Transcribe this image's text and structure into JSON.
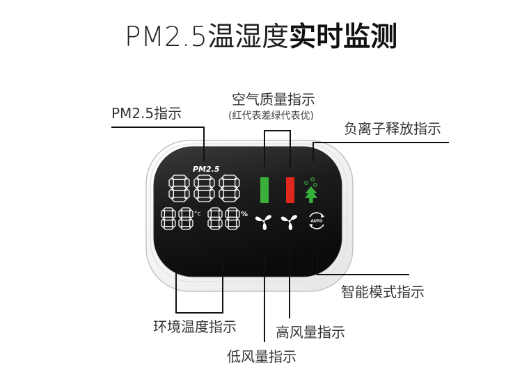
{
  "title": {
    "light": "PM2.5温湿度",
    "bold": "实时监测"
  },
  "callouts": {
    "pm25": "PM2.5指示",
    "air_quality": "空气质量指示",
    "air_quality_note": "(红代表差绿代表优)",
    "negative_ion": "负离子释放指示",
    "smart_mode": "智能模式指示",
    "ambient_temperature": "环境温度指示",
    "high_fan": "高风量指示",
    "low_fan": "低风量指示"
  },
  "display": {
    "pm25_label": "PM2.5",
    "pm25_value": "888",
    "temperature_value": "88",
    "temperature_unit": "°c",
    "humidity_value": "88",
    "humidity_unit": "%",
    "auto_label": "AUTO",
    "icons": {
      "low_fan": "fan-icon",
      "high_fan": "fan-icon",
      "negative_ion": "ion-tree-icon",
      "smart_mode": "auto-mode-icon"
    }
  },
  "colors": {
    "air_quality_good": "#3cae3a",
    "air_quality_bad": "#e0291e",
    "negative_ion": "#36b03a",
    "screen": "#141414",
    "callout_line": "#111111"
  }
}
